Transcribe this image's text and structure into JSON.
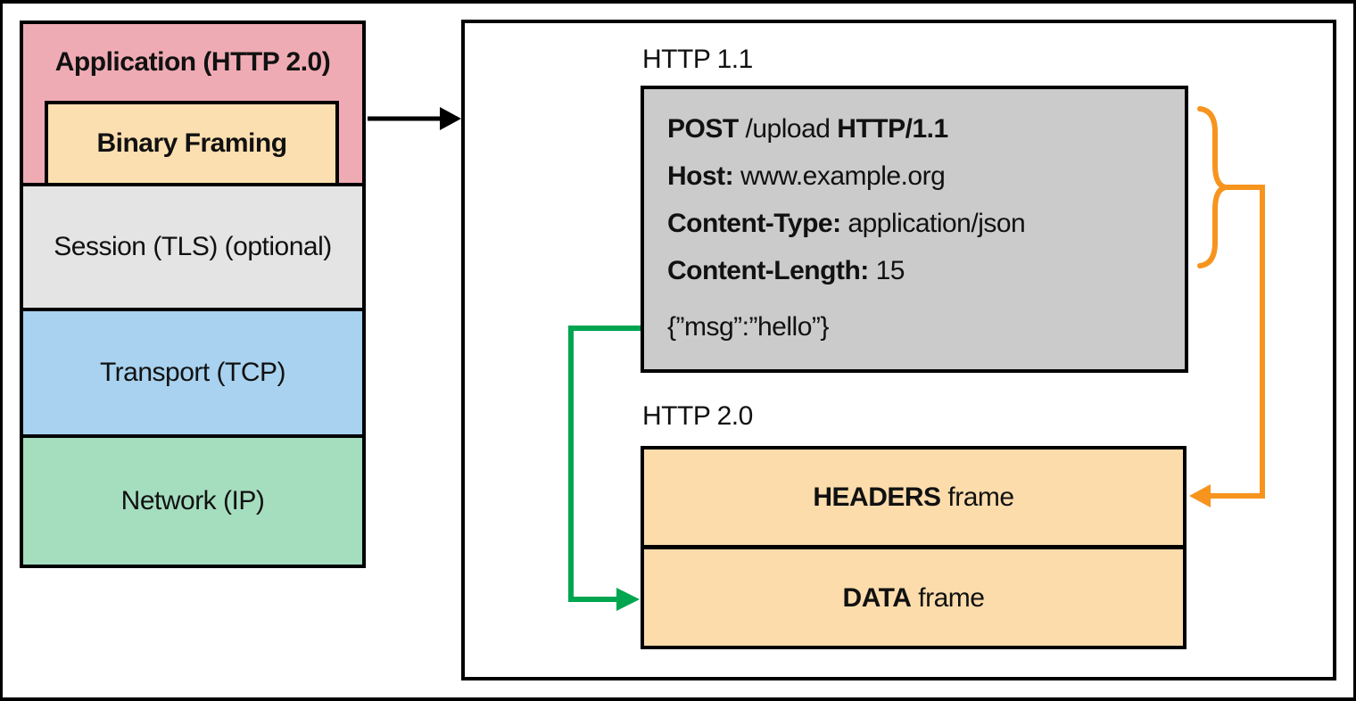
{
  "colors": {
    "application_pink": "#efabb4",
    "framing_tan": "#fcdfb0",
    "session_gray": "#e4e4e4",
    "transport_blue": "#a8d2ef",
    "network_green": "#a5ddbf",
    "request_gray": "#cbcbcb",
    "frames_tan": "#fcdcab",
    "arrow_black": "#000000",
    "arrow_orange": "#f7941e",
    "arrow_green": "#00a54f"
  },
  "stack": {
    "layers": [
      {
        "label": "Application (HTTP 2.0)"
      },
      {
        "label": "Binary Framing"
      },
      {
        "label": "Session (TLS) (optional)"
      },
      {
        "label": "Transport (TCP)"
      },
      {
        "label": "Network (IP)"
      }
    ]
  },
  "panel": {
    "http11_label": "HTTP 1.1",
    "http20_label": "HTTP 2.0",
    "request": {
      "lines": [
        {
          "segments": [
            {
              "t": "POST"
            },
            {
              "t": " /upload "
            },
            {
              "t": "HTTP/1.1"
            }
          ]
        },
        {
          "segments": [
            {
              "t": "Host:"
            },
            {
              "t": " www.example.org"
            }
          ]
        },
        {
          "segments": [
            {
              "t": "Content-Type:"
            },
            {
              "t": " application/json"
            }
          ]
        },
        {
          "segments": [
            {
              "t": "Content-Length:"
            },
            {
              "t": " 15"
            }
          ]
        }
      ],
      "body": "{”msg”:”hello”}"
    },
    "frames": [
      {
        "segments": [
          {
            "t": "HEADERS"
          },
          {
            "t": " frame"
          }
        ]
      },
      {
        "segments": [
          {
            "t": "DATA"
          },
          {
            "t": " frame"
          }
        ]
      }
    ]
  }
}
